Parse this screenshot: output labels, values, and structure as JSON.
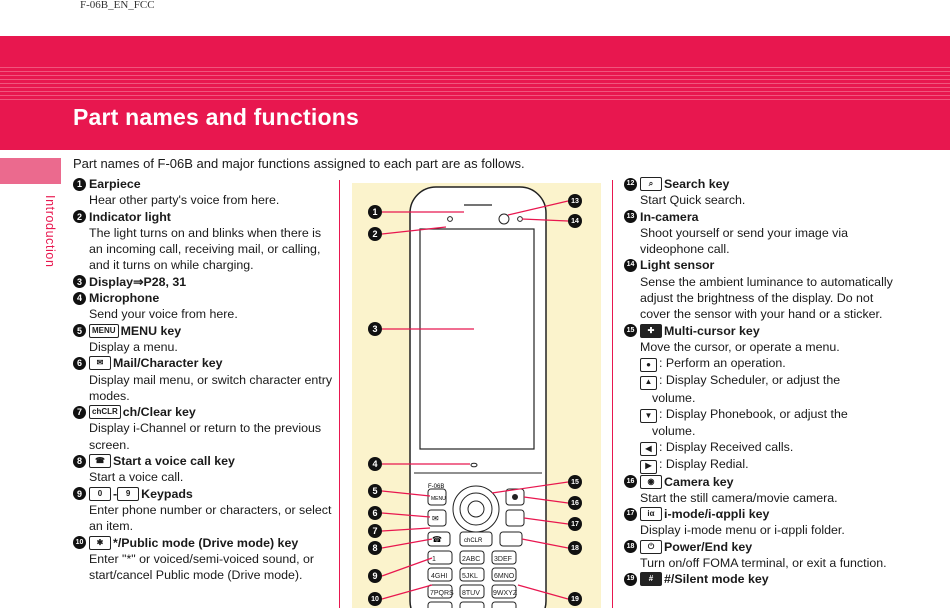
{
  "header": {
    "doc_code": "F-06B_EN_FCC",
    "title": "Part names and functions"
  },
  "side_tab": {
    "label": "Introduction"
  },
  "intro": "Part names of F-06B and major functions assigned to each part are as follows.",
  "left_items": [
    {
      "num": "1",
      "title": "Earpiece",
      "desc": "Hear other party's voice from here."
    },
    {
      "num": "2",
      "title": "Indicator light",
      "desc": "The light turns on and blinks when there is an incoming call, receiving mail, or calling, and it turns on while charging."
    },
    {
      "num": "3",
      "title": "Display⇒P28, 31",
      "desc": ""
    },
    {
      "num": "4",
      "title": "Microphone",
      "desc": "Send your voice from here."
    },
    {
      "num": "5",
      "key": "MENU",
      "title": "MENU key",
      "desc": "Display a menu."
    },
    {
      "num": "6",
      "key": "✉",
      "title": "Mail/Character key",
      "desc": "Display mail menu, or switch character entry modes."
    },
    {
      "num": "7",
      "key": "chCLR",
      "title": "ch/Clear key",
      "desc": "Display i-Channel or return to the previous screen."
    },
    {
      "num": "8",
      "key": "☎",
      "title": "Start a voice call key",
      "desc": "Start a voice call."
    },
    {
      "num": "9",
      "key": "0",
      "key2": "9",
      "title": "Keypads",
      "desc": "Enter phone number or characters, or select an item."
    },
    {
      "num": "10",
      "key": "✱",
      "title": "*/Public mode (Drive mode) key",
      "desc": "Enter \"*\" or voiced/semi-voiced sound, or start/cancel Public mode (Drive mode)."
    }
  ],
  "right_items": [
    {
      "num": "12",
      "key": "⌕",
      "title": "Search key",
      "desc": "Start Quick search."
    },
    {
      "num": "13",
      "title": "In-camera",
      "desc": "Shoot yourself or send your image via videophone call."
    },
    {
      "num": "14",
      "title": "Light sensor",
      "desc": "Sense the ambient luminance to automatically adjust the brightness of the display. Do not cover the sensor with your hand or a sticker."
    },
    {
      "num": "15",
      "key": "✚",
      "title": "Multi-cursor key",
      "desc": "Move the cursor, or operate a menu.",
      "subs": [
        {
          "icon": "●",
          "text": ": Perform an operation."
        },
        {
          "icon": "▲",
          "text": ": Display Scheduler, or adjust the",
          "cont": "volume."
        },
        {
          "icon": "▼",
          "text": ": Display Phonebook, or adjust the",
          "cont": "volume."
        },
        {
          "icon": "◀",
          "text": ": Display Received calls."
        },
        {
          "icon": "▶",
          "text": ": Display Redial."
        }
      ]
    },
    {
      "num": "16",
      "key": "◉",
      "title": "Camera key",
      "desc": "Start the still camera/movie camera."
    },
    {
      "num": "17",
      "key": "iα",
      "title": "i-mode/i-αppli key",
      "desc": "Display i-mode menu or i-αppli folder."
    },
    {
      "num": "18",
      "key": "⏻",
      "title": "Power/End key",
      "desc": "Turn on/off FOMA terminal, or exit a function."
    },
    {
      "num": "19",
      "key": "#",
      "title": "#/Silent mode key",
      "desc": ""
    }
  ],
  "figure": {
    "model": "F-06B",
    "keys": [
      "MENU",
      "✉",
      "chCLR",
      "☎",
      "1",
      "2ABC",
      "3DEF",
      "4GHI",
      "5JKL",
      "6MNO",
      "7PQRS",
      "8TUV",
      "9WXYZ"
    ],
    "callouts_left": [
      "1",
      "2",
      "3",
      "4",
      "5",
      "6",
      "7",
      "8",
      "9",
      "10"
    ],
    "callouts_right": [
      "13",
      "14",
      "15",
      "16",
      "17",
      "18",
      "19"
    ]
  },
  "colors": {
    "accent": "#e8174f",
    "figure_bg": "#fbf3cc",
    "stripe": "#f0557d"
  }
}
